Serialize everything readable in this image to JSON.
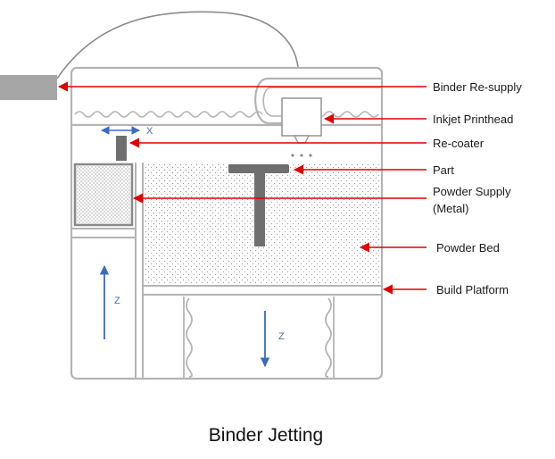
{
  "diagram": {
    "caption": "Binder Jetting",
    "colors": {
      "machine_outline": "#b4b4b4",
      "callout_arrow": "#e00000",
      "axis_arrow": "#3a6cc0",
      "part_fill": "#6f6f6f",
      "resupply_block": "#a6a6a6",
      "powder_dots": "#9a9a9a"
    },
    "labels": {
      "binder_resupply": "Binder Re-supply",
      "inkjet_printhead": "Inkjet Printhead",
      "recoater": "Re-coater",
      "part": "Part",
      "powder_supply_line1": "Powder Supply",
      "powder_supply_line2": "(Metal)",
      "powder_bed": "Powder Bed",
      "build_platform": "Build Platform"
    },
    "axes": {
      "recoater_axis": "X",
      "supply_axis": "Z",
      "platform_axis": "Z"
    }
  }
}
